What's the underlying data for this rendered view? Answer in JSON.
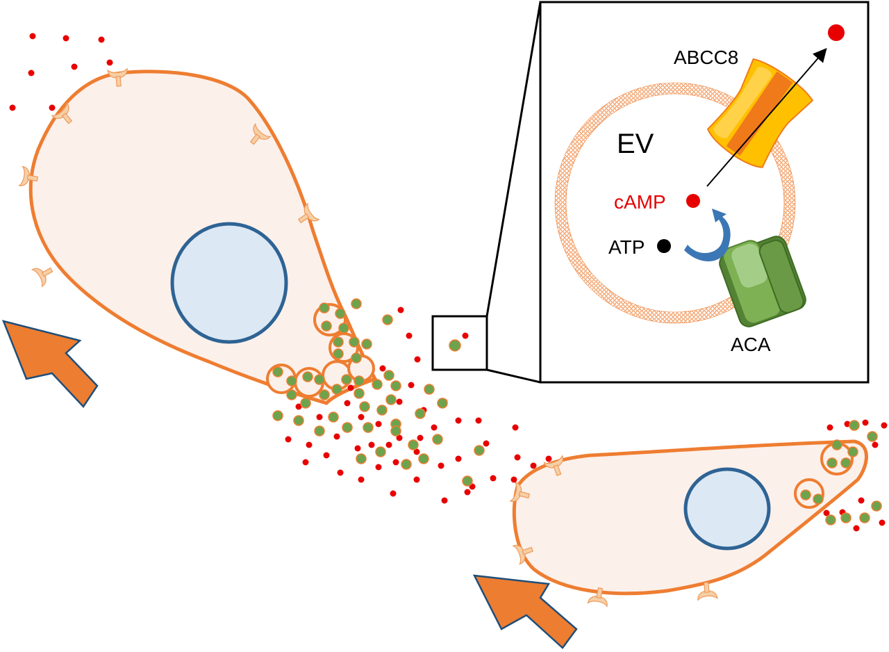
{
  "labels": {
    "ev": "EV",
    "abcc8": "ABCC8",
    "camp": "cAMP",
    "atp": "ATP",
    "aca": "ACA"
  },
  "colors": {
    "membrane": "#EE7D31",
    "cytoplasm": "#FCF0EA",
    "nucleus_fill": "#DCE8F4",
    "nucleus_stroke": "#2E6394",
    "camp": "#E80000",
    "vesicle_fill": "#6EA34E",
    "receptor": "#F6CFA6",
    "arrow_fill": "#ED7D31",
    "arrow_stroke": "#1F4E79",
    "transporter_light": "#FFC000",
    "transporter_dark": "#F07A1A",
    "cyclase_light": "#A9D18E",
    "cyclase_dark": "#548235",
    "conversion_arrow": "#3C77B5",
    "camp_label": "#E60000"
  },
  "icons": [
    "migration-arrow-icon",
    "receptor-icon",
    "camp-molecule-icon",
    "extracellular-vesicle-icon",
    "abcc8-transporter-icon",
    "adenylyl-cyclase-icon",
    "conversion-arrow-icon",
    "export-arrow-icon",
    "nucleus-icon"
  ]
}
